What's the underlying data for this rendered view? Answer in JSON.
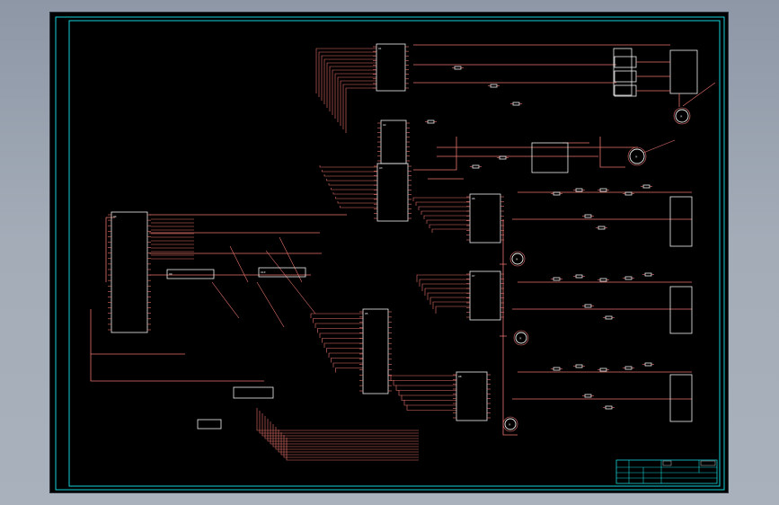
{
  "drawing": {
    "frame_color": "#14d2d8",
    "wire_color": "#e8736c",
    "component_color": "#f0f0f0",
    "sheet_background": "#000000",
    "viewport_background": "#a4acb8",
    "chips": [
      {
        "id": "u1",
        "label": "U1"
      },
      {
        "id": "u2",
        "label": "U2"
      },
      {
        "id": "u3",
        "label": "U3"
      },
      {
        "id": "u4",
        "label": "U4"
      },
      {
        "id": "u5",
        "label": "U5"
      },
      {
        "id": "u6",
        "label": "U6"
      },
      {
        "id": "u7",
        "label": "U7"
      },
      {
        "id": "u8",
        "label": "U8"
      },
      {
        "id": "u9",
        "label": "U9"
      },
      {
        "id": "u10",
        "label": "U10"
      }
    ],
    "motors": [
      "M",
      "M",
      "M",
      "M",
      "M"
    ]
  }
}
